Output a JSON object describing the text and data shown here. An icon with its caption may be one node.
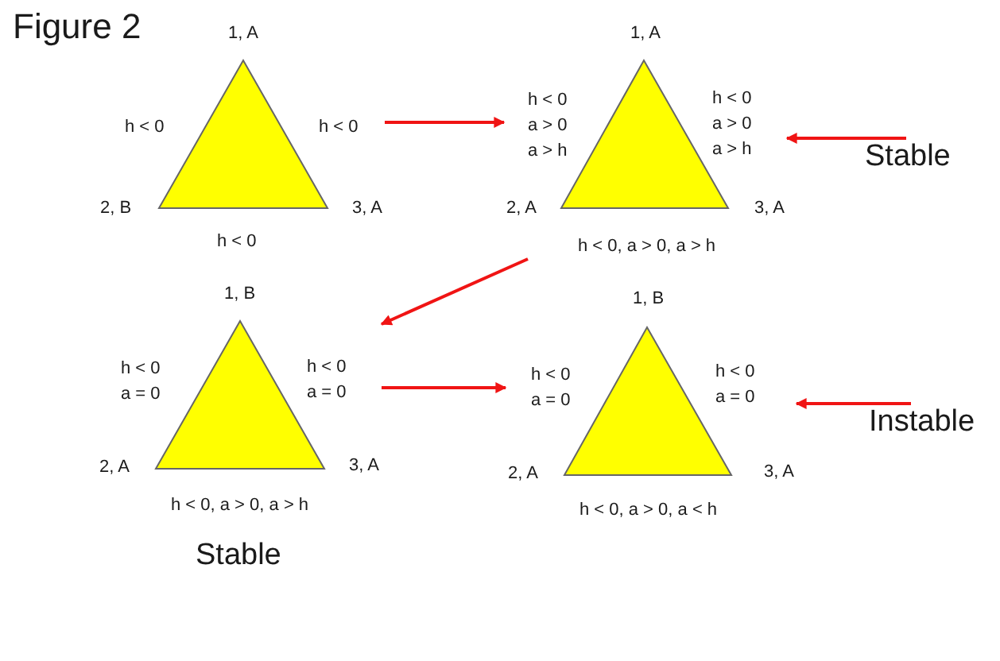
{
  "diagram": {
    "title": "Figure 2",
    "nodes": [
      {
        "text": [],
        "shape": "triangle",
        "beside": [
          "1, A",
          "h < 0",
          "h < 0",
          "2, B",
          "3, A",
          "h < 0"
        ]
      },
      {
        "text": [],
        "shape": "triangle",
        "beside": [
          "1, A",
          "h < 0 a > 0 a > h",
          "h < 0 a > 0 a > h",
          "2, A",
          "3, A",
          "h < 0, a > 0, a > h"
        ]
      },
      {
        "text": [
          "Stable"
        ]
      },
      {
        "text": [],
        "shape": "triangle",
        "beside": [
          "1, B",
          "h < 0 a = 0",
          "h < 0 a = 0",
          "2, A",
          "3, A",
          "h < 0, a > 0, a > h",
          "Stable"
        ]
      },
      {
        "text": [],
        "shape": "triangle",
        "beside": [
          "1, B",
          "h < 0 a = 0",
          "h < 0 a = 0",
          "2, A",
          "3, A",
          "h < 0, a > 0, a < h"
        ]
      },
      {
        "text": [
          "Instable"
        ]
      }
    ],
    "edges": [
      {
        "from": 0,
        "to": 1,
        "arrow": "to"
      },
      {
        "from": 2,
        "to": 1,
        "arrow": "to"
      },
      {
        "from": 1,
        "to": 3,
        "arrow": "to"
      },
      {
        "from": 3,
        "to": 4,
        "arrow": "to"
      },
      {
        "from": 5,
        "to": 4,
        "arrow": "to"
      }
    ]
  }
}
